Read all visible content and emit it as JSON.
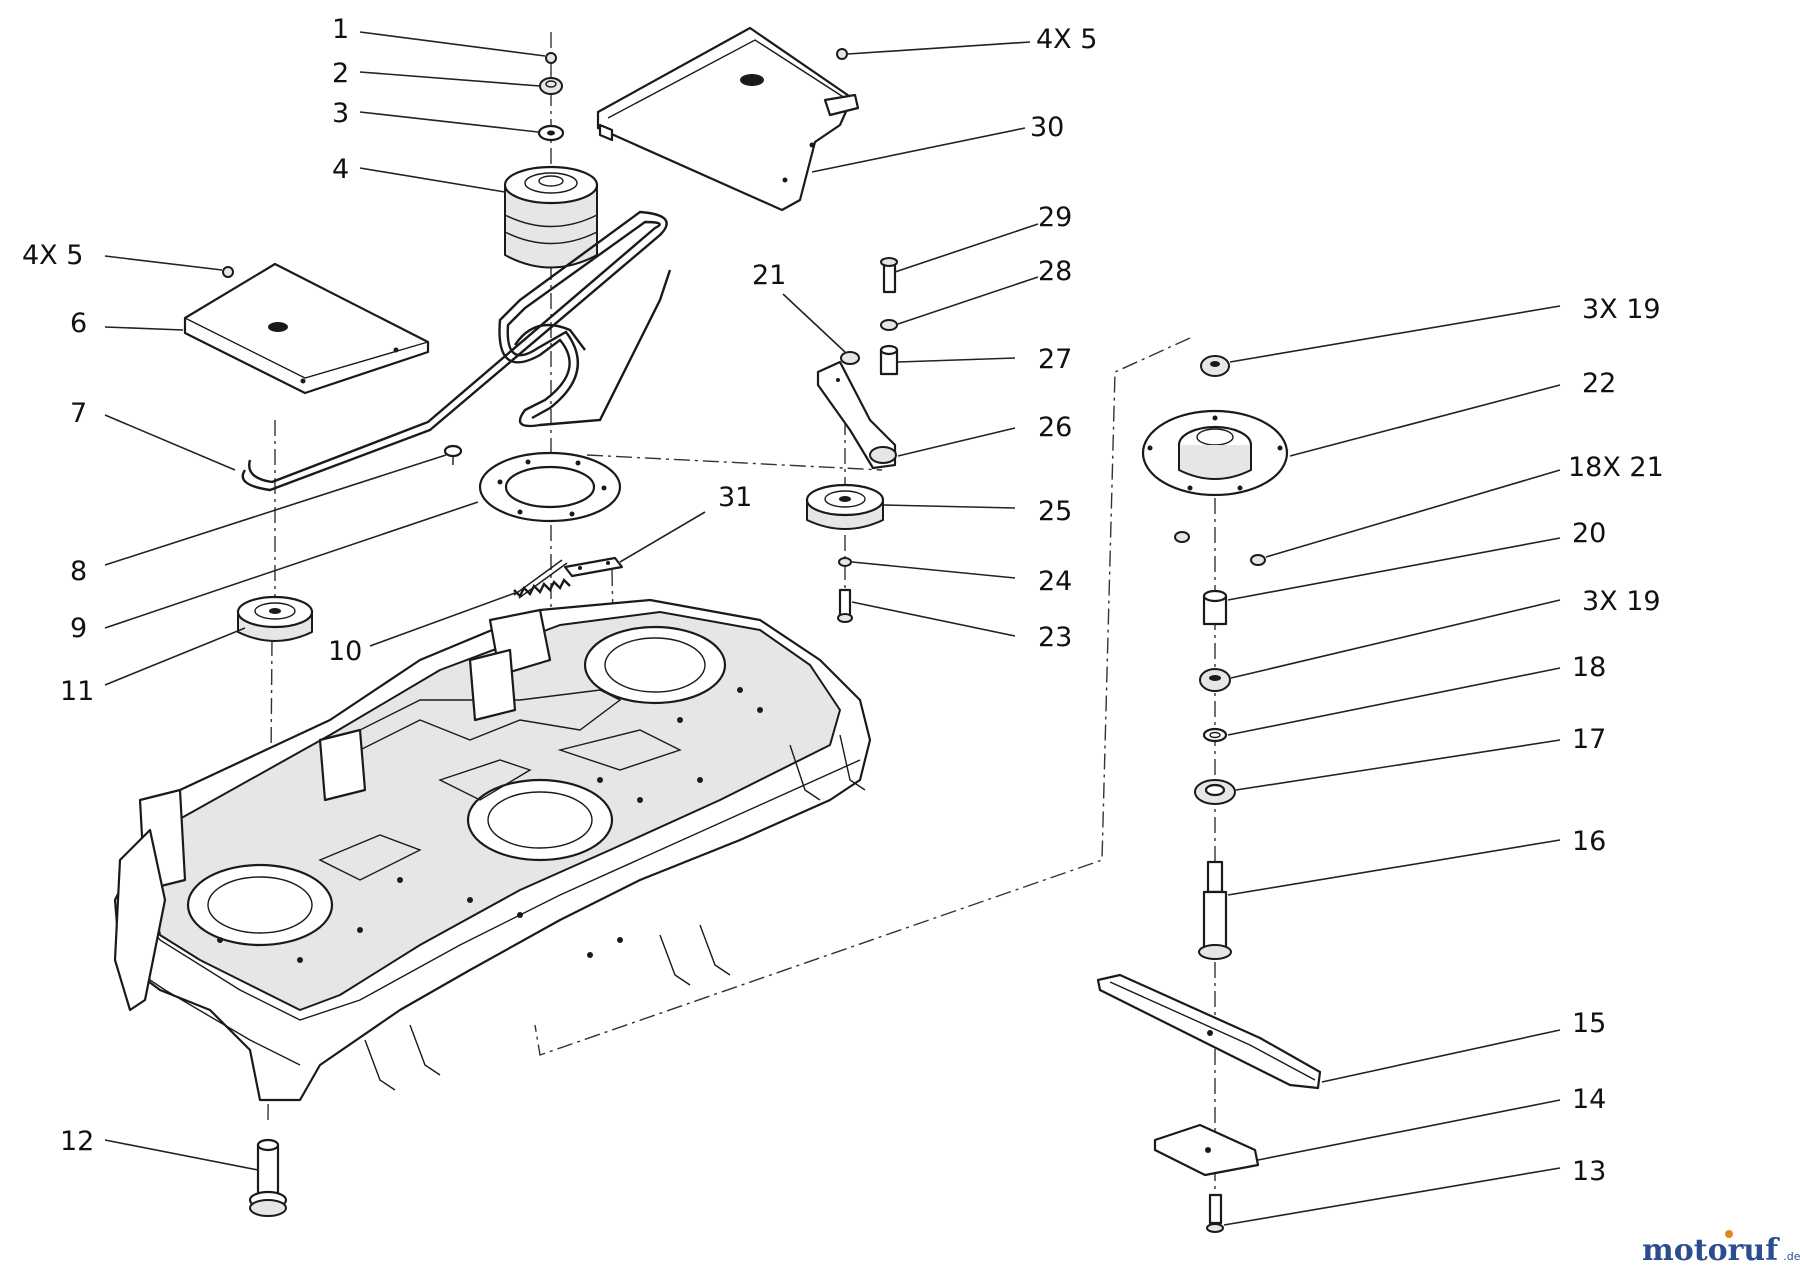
{
  "colors": {
    "brand_text": "#2a4d8f",
    "brand_dot": "#e08a1c",
    "line": "#1a1a1a",
    "background": "#ffffff"
  },
  "callouts": {
    "p1": "1",
    "p2": "2",
    "p3": "3",
    "p4": "4",
    "p4x5_top": "4X 5",
    "p30": "30",
    "p4x5_left": "4X 5",
    "p6": "6",
    "p7": "7",
    "p8": "8",
    "p9": "9",
    "p10": "10",
    "p11": "11",
    "p12": "12",
    "p21": "21",
    "p29": "29",
    "p28": "28",
    "p27": "27",
    "p26": "26",
    "p25": "25",
    "p24": "24",
    "p23": "23",
    "p31": "31",
    "p3x19_top": "3X 19",
    "p22": "22",
    "p18x21": "18X 21",
    "p20": "20",
    "p3x19_mid": "3X 19",
    "p18": "18",
    "p17": "17",
    "p16": "16",
    "p15": "15",
    "p14": "14",
    "p13": "13"
  },
  "watermark": {
    "brand_main": "motoruf",
    "brand_suffix": ".de"
  }
}
